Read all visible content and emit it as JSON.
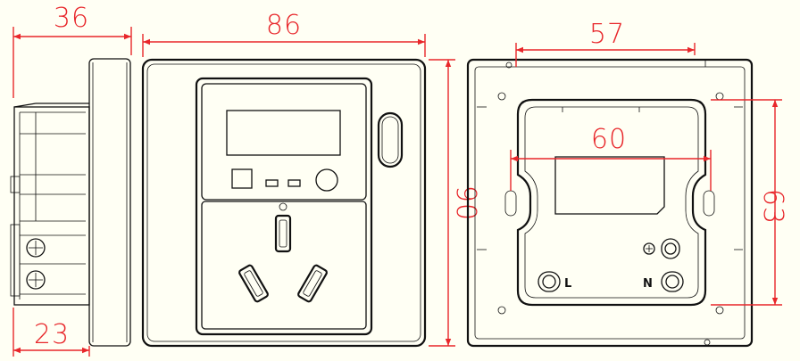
{
  "dimensions": {
    "side_depth": "36",
    "side_base": "23",
    "front_width": "86",
    "front_height": "90",
    "back_width": "57",
    "back_inner": "60",
    "back_height": "63"
  },
  "terminals": {
    "live": "L",
    "neutral": "N"
  },
  "colors": {
    "background": "#fffff4",
    "line": "#111111",
    "dimension": "#e8262a"
  }
}
